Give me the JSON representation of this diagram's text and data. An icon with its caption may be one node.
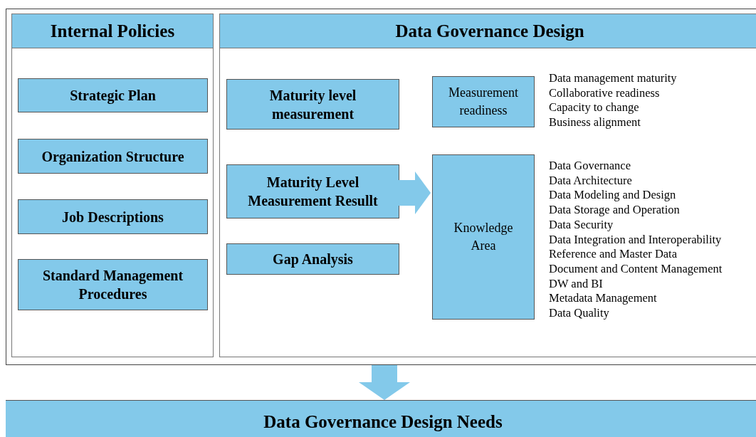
{
  "diagram": {
    "nodes": [
      {
        "text": [],
        "shape": "box"
      },
      {
        "text": [
          "Internal Policies"
        ],
        "in": 0
      },
      {
        "text": [
          "Strategic Plan"
        ],
        "in": 1
      },
      {
        "text": [
          "Organization Structure"
        ],
        "in": 1
      },
      {
        "text": [
          "Job Descriptions"
        ],
        "in": 1
      },
      {
        "text": [
          "Standard Management Procedures"
        ],
        "in": 1
      },
      {
        "text": [
          "Data Governance Design"
        ],
        "in": 0
      },
      {
        "text": [
          "Maturity level measurement"
        ],
        "in": 6
      },
      {
        "text": [
          "Maturity Level Measurement Resullt"
        ],
        "in": 6
      },
      {
        "text": [
          "Gap Analysis"
        ],
        "in": 6
      },
      {
        "text": [
          "Measurement readiness"
        ],
        "in": 6,
        "beside": [
          "Data management maturity",
          "Collaborative readiness",
          "Capacity to change",
          "Business alignment"
        ]
      },
      {
        "text": [
          "Knowledge Area"
        ],
        "in": 6,
        "beside": [
          "Data Governance",
          "Data Architecture",
          "Data Modeling and Design",
          "Data Storage and Operation",
          "Data Security",
          "Data Integration and Interoperability",
          "Reference and Master Data",
          "Document and Content Management",
          "DW and BI",
          "Metadata Management",
          "Data Quality"
        ]
      },
      {
        "text": [
          "Data Governance Design Needs"
        ]
      }
    ],
    "edges": [
      {
        "from": 8,
        "to": 11,
        "arrow": "to"
      },
      {
        "from": 0,
        "to": 12,
        "arrow": "to"
      }
    ]
  }
}
